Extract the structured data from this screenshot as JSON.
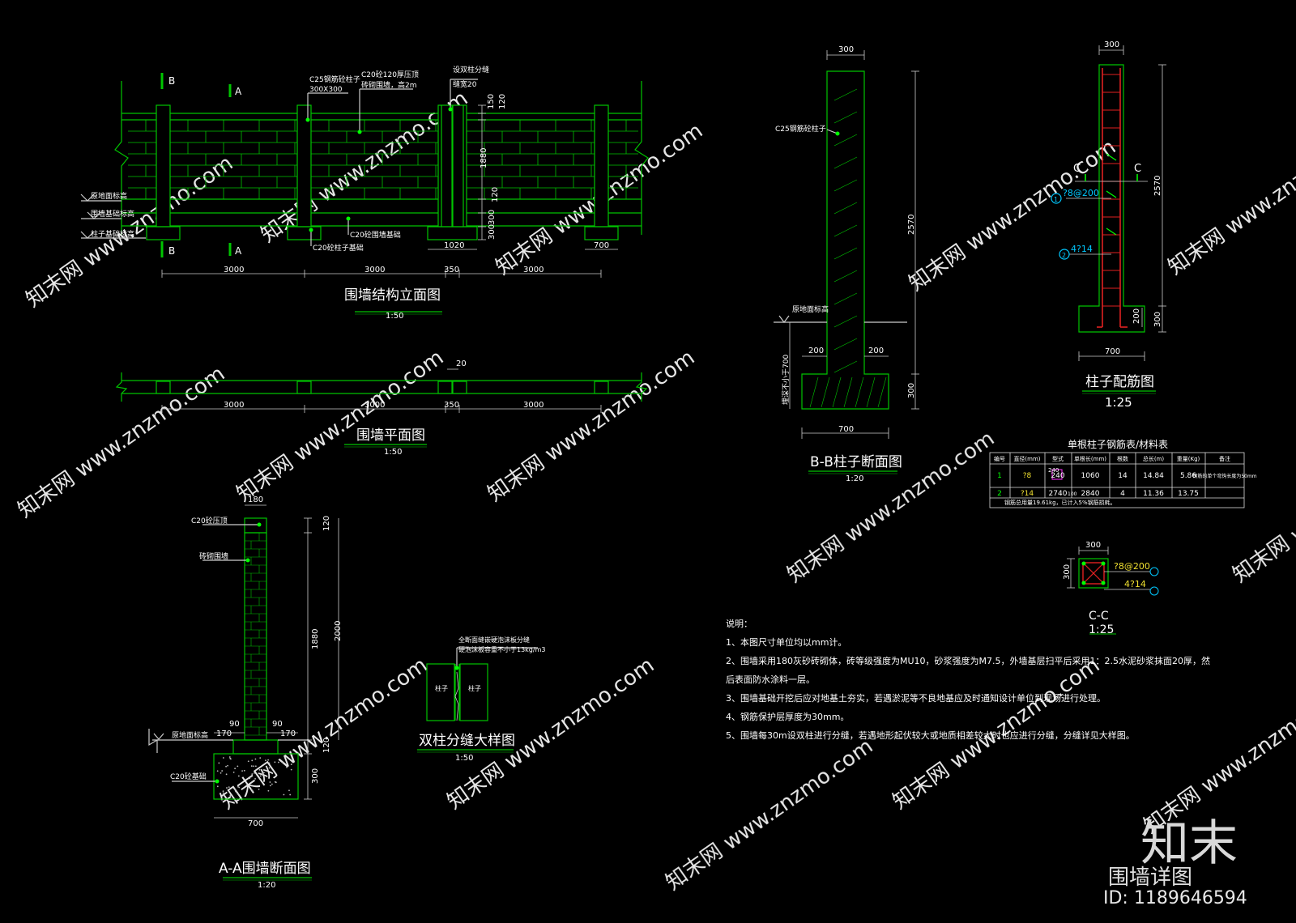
{
  "colors": {
    "background": "#000000",
    "line_green": "#00c400",
    "text": "#ffffff",
    "dimension": "#cccccc",
    "rebar_red": "#e02020",
    "callout_cyan": "#00c8ff",
    "label_yellow": "#f0e030",
    "magenta": "#ff30ff",
    "watermark": "#3a3a3a"
  },
  "elevation": {
    "title": "围墙结构立面图",
    "scale": "1:50",
    "section_b": "B",
    "section_a": "A",
    "callout_column": "C25钢筋砼柱子",
    "callout_column_size": "300X300",
    "callout_coping": "C20砼120厚压顶",
    "callout_brick": "砖砌围墙，高2m",
    "callout_joint": "设双柱分缝",
    "callout_joint_width": "缝宽20",
    "callout_col_base": "C20砼柱子基础",
    "callout_wall_base": "C20砼围墙基础",
    "level_ground": "原地面标高",
    "level_wall_base": "围墙基础标高",
    "level_col_base": "柱子基础标高",
    "dims": [
      "3000",
      "3000",
      "350",
      "3000"
    ],
    "dim_1020": "1020",
    "dim_700": "700",
    "dim_150": "150",
    "dim_120a": "120",
    "dim_1880": "1880",
    "dim_120b": "120",
    "dim_300a": "300",
    "dim_300b": "300"
  },
  "plan": {
    "title": "围墙平面图",
    "scale": "1:50",
    "dim_20": "20",
    "dims": [
      "3000",
      "3000",
      "350",
      "3000"
    ]
  },
  "section_aa": {
    "title": "A-A围墙断面图",
    "scale": "1:20",
    "callout_coping": "C20砼压顶",
    "callout_brick": "砖砌围墙",
    "callout_found": "C20砼基础",
    "level_ground": "原地面标高",
    "dim_180": "180",
    "dim_120a": "120",
    "dim_1880": "1880",
    "dim_2000": "2000",
    "dim_120b": "120",
    "dim_300": "300",
    "dim_90a": "90",
    "dim_90b": "90",
    "dim_170a": "170",
    "dim_170b": "170",
    "dim_700": "700"
  },
  "joint_detail": {
    "title": "双柱分缝大样图",
    "scale": "1:50",
    "note_line1": "全断面缝嵌硬泡沫板分缝",
    "note_line2": "硬泡沫板容重不小于13kg/m3",
    "column_left": "柱子",
    "column_right": "柱子"
  },
  "section_bb": {
    "title": "B-B柱子断面图",
    "scale": "1:20",
    "callout_column": "C25钢筋砼柱子",
    "level_ground": "原地面标高",
    "embed_depth": "埋深不小于700",
    "dim_300_top": "300",
    "dim_2570": "2570",
    "dim_200a": "200",
    "dim_200b": "200",
    "dim_300_base": "300",
    "dim_700": "700"
  },
  "rebar": {
    "title": "柱子配筋图",
    "scale": "1:25",
    "dim_300": "300",
    "dim_2570": "2570",
    "section_c": "C",
    "stirrup": "?8@200",
    "main_bar": "4?14",
    "marker_1": "1",
    "marker_2": "2",
    "dim_200": "200",
    "dim_300_base": "300",
    "dim_700": "700"
  },
  "section_cc": {
    "title": "C-C",
    "scale": "1:25",
    "dim_300_w": "300",
    "dim_300_h": "300",
    "stirrup": "?8@200",
    "main_bar": "4?14"
  },
  "table": {
    "title": "单根柱子钢筋表/材料表",
    "headers": [
      "编号",
      "直径(mm)",
      "型式",
      "单根长(mm)",
      "根数",
      "总长(m)",
      "重量(Kg)",
      "备注"
    ],
    "rows": [
      [
        "1",
        "?8",
        "240",
        "1060",
        "14",
        "14.84",
        "5.86",
        "钢筋的单个弯钩长度为50mm"
      ],
      [
        "2",
        "?14",
        "2740",
        "2840",
        "4",
        "11.36",
        "13.75",
        ""
      ]
    ],
    "shape_extra_1": "240",
    "shape_extra_2": "100",
    "footer": "钢筋总用量19.61kg，已计入5%钢筋损耗。"
  },
  "notes": {
    "heading": "说明：",
    "lines": [
      "1、本图尺寸单位均以mm计。",
      "2、围墙采用180灰砂砖砌体，砖等级强度为MU10，砂浆强度为M7.5，外墙基层扫平后采用1：2.5水泥砂浆抹面20厚，然",
      "后表面防水涂料一层。",
      "3、围墙基础开挖后应对地基土夯实，若遇淤泥等不良地基应及时通知设计单位到现场进行处理。",
      "4、钢筋保护层厚度为30mm。",
      "5、围墙每30m设双柱进行分缝，若遇地形起伏较大或地质相差较大时也应进行分缝，分缝详见大样图。"
    ]
  },
  "brand": {
    "logo": "知末",
    "subtitle": "围墙详图",
    "id_text": "ID: 1189646594",
    "watermark": "知末网 www.znzmo.com"
  }
}
